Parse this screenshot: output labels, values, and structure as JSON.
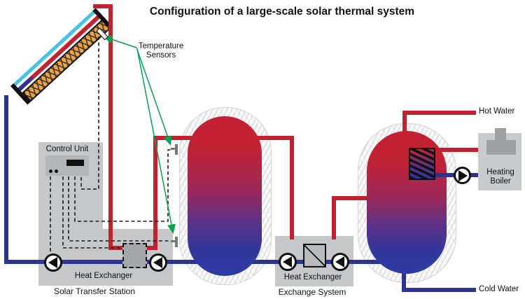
{
  "title": "Configuration of a large-scale solar thermal system",
  "labels": {
    "temperature_sensors": "Temperature\nSensors",
    "control_unit": "Control Unit",
    "heat_exchanger_station": "Heat Exchanger",
    "solar_transfer_station": "Solar Transfer Station",
    "heat_exchanger_exchange": "Heat Exchanger",
    "exchange_system": "Exchange System",
    "heating_boiler": "Heating\nBoiler",
    "hot_water": "Hot Water",
    "cold_water": "Cold Water"
  },
  "colors": {
    "hot_pipe": "#c22130",
    "cold_pipe": "#2b3590",
    "collector_glass": "#45c1ea",
    "absorber": "#f0a23f",
    "sensor_arrow_green": "#00a551",
    "station_gray": "#c6c7c9",
    "tank_top_red": "#c22134",
    "tank_bottom_blue": "#2e3ca6"
  },
  "icons": {
    "pump": "black triangle in white circle",
    "heat_exchanger_plate": "gray square with diagonal",
    "internal_coil": "black-striped square",
    "temperature_sensor": "gray tick probe",
    "boiler": "gray furnace with chimney"
  }
}
